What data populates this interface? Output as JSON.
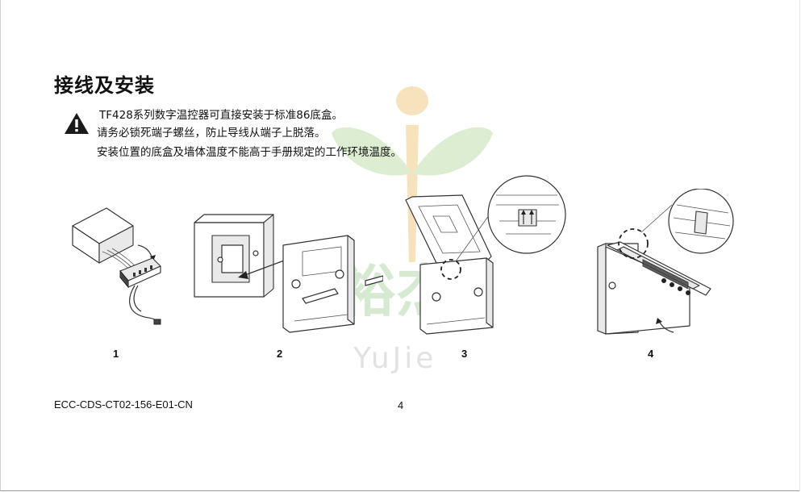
{
  "section": {
    "title": "接线及安装"
  },
  "notes": [
    "TF428系列数字温控器可直接安装于标准86底盒。",
    "请务必锁死端子螺丝，防止导线从端子上脱落。",
    "安装位置的底盒及墙体温度不能高于手册规定的工作环境温度。"
  ],
  "steps": [
    {
      "number": "1"
    },
    {
      "number": "2"
    },
    {
      "number": "3"
    },
    {
      "number": "4"
    }
  ],
  "watermark": {
    "text": "YuJie",
    "logo_text": "裕杰"
  },
  "footer": {
    "doc_code": "ECC-CDS-CT02-156-E01-CN",
    "page_number": "4"
  },
  "colors": {
    "watermark_green": "#cfe6c4",
    "watermark_orange": "#f6e3bd",
    "text": "#111111"
  },
  "icons": {
    "warning": "warning-triangle-icon"
  }
}
